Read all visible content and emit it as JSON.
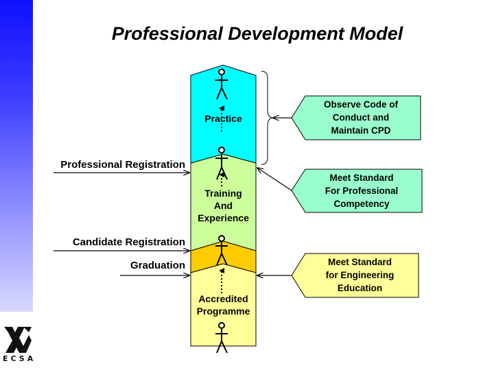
{
  "title": "Professional Development Model",
  "branding": {
    "logo_text": "ECSA"
  },
  "stages": [
    {
      "label": "Practice",
      "color": "#00ffff"
    },
    {
      "label": "Training\nAnd\nExperience",
      "color": "#ccff99"
    },
    {
      "label": "",
      "color": "#ffcc00"
    },
    {
      "label": "Accredited\nProgramme",
      "color": "#ffff99"
    }
  ],
  "milestones": [
    {
      "label": "Professional Registration"
    },
    {
      "label": "Candidate Registration"
    },
    {
      "label": "Graduation"
    }
  ],
  "requirements": [
    {
      "label": "Observe Code of\nConduct and\nMaintain CPD",
      "color": "#99ffcc"
    },
    {
      "label": "Meet Standard\nFor Professional\nCompetency",
      "color": "#99ffcc"
    },
    {
      "label": "Meet Standard\nfor Engineering\nEducation",
      "color": "#ffff99"
    }
  ]
}
